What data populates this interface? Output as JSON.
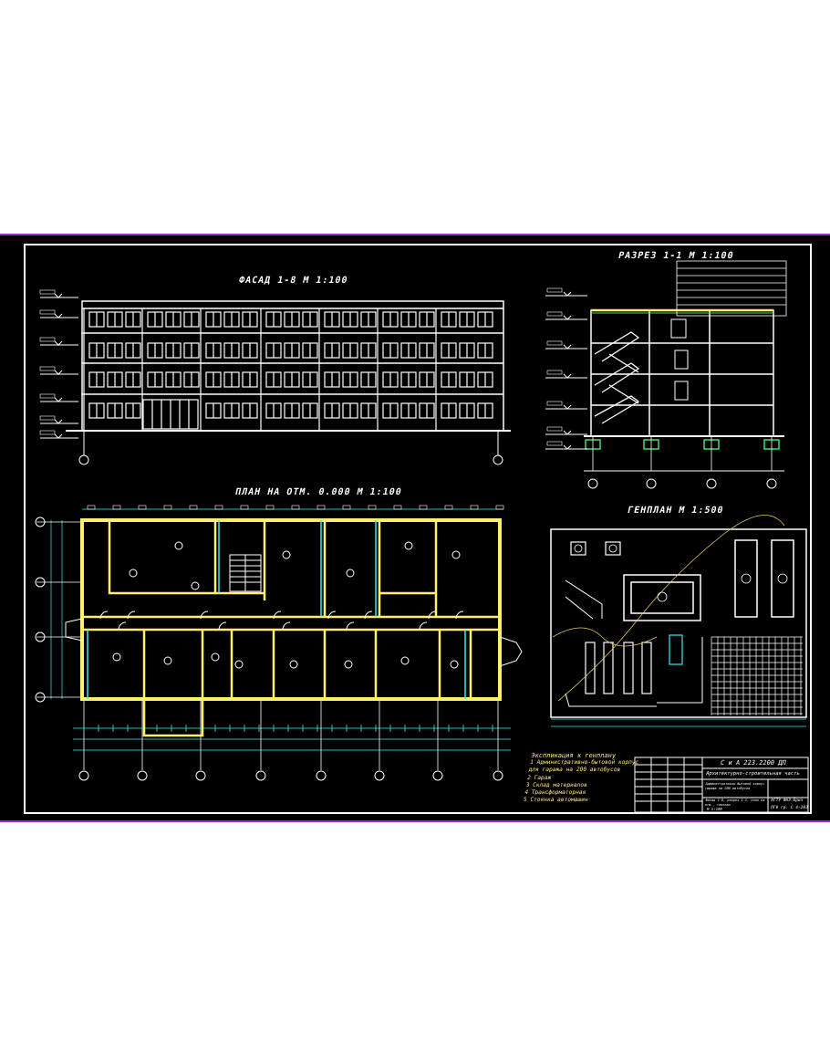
{
  "titles": {
    "facade": "ФАСАД 1-8  М 1:100",
    "section": "РАЗРЕЗ 1-1 М 1:100",
    "plan": "ПЛАН НА ОТМ. 0.000  М 1:100",
    "genplan": "ГЕНПЛАН М 1:500"
  },
  "legend": {
    "heading": "Экспликация к генплану",
    "items": [
      "1 Административно-бытовой корпус",
      "для гаража на 200 автобусов",
      "2 Гараж",
      "3 Склад материалов",
      "4 Трансформаторная",
      "5 Стоянка автомашин"
    ]
  },
  "stamp": {
    "doc_code": "С и А  223.2200 ДП",
    "section_name": "Архитектурно-строительная часть",
    "project_title": "Административно-бытовой корпус гаража на 200 автобусов",
    "sheet_contents": "Фасад 1-8, разрез 1-1, план на отм., генплан",
    "scale": "М 1:100",
    "org": "АГТУ ФАЭ Бриз",
    "group": "ПГ0 гр. С 4-203"
  },
  "colors": {
    "background": "#000000",
    "frame": "#9a2bd0",
    "lines": "#ffffff",
    "walls": "#ffef6e",
    "dimensions": "#3fe8e8",
    "accent_green": "#35e06a"
  }
}
